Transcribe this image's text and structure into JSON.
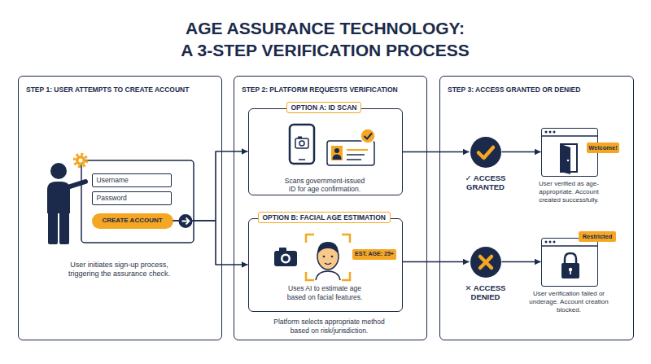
{
  "diagram": {
    "title": "AGE ASSURANCE TECHNOLOGY: A 3-STEP VERIFICATION PROCESS",
    "nodes": [
      {
        "text": [
          "STEP 1: USER ATTEMPTS TO CREATE ACCOUNT",
          "User initiates sign-up process, triggering the assurance check."
        ]
      },
      {
        "text": [
          "Username"
        ],
        "in": 0
      },
      {
        "text": [
          "Password"
        ],
        "in": 0
      },
      {
        "text": [
          "CREATE ACCOUNT"
        ],
        "in": 0
      },
      {
        "text": [
          "STEP 2: PLATFORM REQUESTS VERIFICATION",
          "Platform selects appropriate method based on risk/jurisdiction."
        ]
      },
      {
        "text": [
          "OPTION A: ID SCAN",
          "Scans government-issued ID for age confirmation."
        ],
        "in": 4
      },
      {
        "text": [
          "OPTION B: FACIAL AGE ESTIMATION",
          "Uses AI to estimate age based on facial features."
        ],
        "in": 4
      },
      {
        "text": [
          "EST. AGE: 25+"
        ],
        "in": 6
      },
      {
        "text": [
          "STEP 3: ACCESS GRANTED OR DENIED"
        ]
      },
      {
        "text": [
          "✓ ACCESS GRANTED"
        ],
        "in": 8
      },
      {
        "text": [
          "User verified as age-appropriate. Account created successfully."
        ],
        "in": 8
      },
      {
        "text": [
          "Welcome!"
        ],
        "in": 10
      },
      {
        "text": [
          "✕ ACCESS DENIED"
        ],
        "in": 8
      },
      {
        "text": [
          "User verification failed or underage. Account creation blocked."
        ],
        "in": 8
      },
      {
        "text": [
          "Restricted"
        ],
        "in": 13
      }
    ],
    "edges": [
      {
        "from": 3,
        "to": 5,
        "arrow": "to"
      },
      {
        "from": 3,
        "to": 6,
        "arrow": "to"
      },
      {
        "from": 5,
        "to": 9,
        "arrow": "to"
      },
      {
        "from": 6,
        "to": 12,
        "arrow": "to"
      },
      {
        "from": 9,
        "to": 10,
        "arrow": "to"
      },
      {
        "from": 12,
        "to": 13,
        "arrow": "to"
      }
    ]
  }
}
